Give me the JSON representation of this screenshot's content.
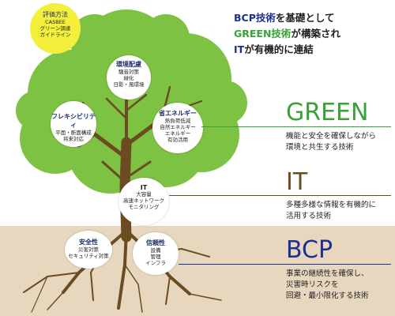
{
  "headline": {
    "line1_accent": "BCP技術",
    "line1_rest": "を基礎として",
    "line2_accent": "GREEN技術",
    "line2_rest": "が構築され",
    "line3_accent": "IT",
    "line3_rest": "が有機的に連結"
  },
  "eval_badge": {
    "title": "評価方法",
    "lines": [
      "CASBEE",
      "グリーン調達",
      "ガイドライン"
    ]
  },
  "bubbles": {
    "environment": {
      "title": "環境配慮",
      "lines": [
        "騒音対策",
        "緑化",
        "日影・風環境"
      ]
    },
    "flexibility": {
      "title": "フレキシビリティ",
      "lines": [
        "平面・断面構成",
        "将来対応"
      ]
    },
    "energy": {
      "title": "省エネルギー",
      "lines": [
        "熱負荷低減",
        "自然エネルギー",
        "エネルギー",
        "有効活用"
      ]
    },
    "it": {
      "title": "IT",
      "lines": [
        "大容量",
        "高速ネットワーク",
        "モニタリング"
      ]
    },
    "safety": {
      "title": "安全性",
      "lines": [
        "災害対策",
        "セキュリティ対策"
      ]
    },
    "reliability": {
      "title": "信頼性",
      "lines": [
        "設備",
        "管理",
        "インフラ"
      ]
    }
  },
  "sections": {
    "green": {
      "title": "GREEN",
      "desc": [
        "機能と安全を確保しながら",
        "環境と共生する技術"
      ],
      "color": "#39a236"
    },
    "it": {
      "title": "IT",
      "desc": [
        "多種多様な情報を有機的に",
        "活用する技術"
      ],
      "color": "#6b4b22"
    },
    "bcp": {
      "title": "BCP",
      "desc": [
        "事業の継続性を確保し、",
        "災害時リスクを",
        "回避・最小限化する技術"
      ],
      "color": "#1e2f8f"
    }
  },
  "colors": {
    "foliage": "#7dc242",
    "trunk": "#6b4b22",
    "soil": "#e7d7bf",
    "eval_badge": "#f4ef3b"
  }
}
